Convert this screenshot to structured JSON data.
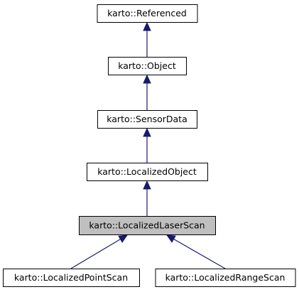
{
  "diagram": {
    "nodes": [
      {
        "id": "referenced",
        "label": "karto::Referenced",
        "highlighted": false
      },
      {
        "id": "object",
        "label": "karto::Object",
        "highlighted": false
      },
      {
        "id": "sensordata",
        "label": "karto::SensorData",
        "highlighted": false
      },
      {
        "id": "localizedobject",
        "label": "karto::LocalizedObject",
        "highlighted": false
      },
      {
        "id": "localizedlaserscan",
        "label": "karto::LocalizedLaserScan",
        "highlighted": true
      },
      {
        "id": "localizedpointscan",
        "label": "karto::LocalizedPointScan",
        "highlighted": false
      },
      {
        "id": "localizedrangescan",
        "label": "karto::LocalizedRangeScan",
        "highlighted": false
      }
    ],
    "edges": [
      {
        "from": "object",
        "to": "referenced"
      },
      {
        "from": "sensordata",
        "to": "object"
      },
      {
        "from": "localizedobject",
        "to": "sensordata"
      },
      {
        "from": "localizedlaserscan",
        "to": "localizedobject"
      },
      {
        "from": "localizedpointscan",
        "to": "localizedlaserscan"
      },
      {
        "from": "localizedrangescan",
        "to": "localizedlaserscan"
      }
    ],
    "colors": {
      "edge": "#191970",
      "highlight_fill": "#bfbfbf",
      "node_fill": "#ffffff",
      "node_stroke": "#000000"
    }
  }
}
